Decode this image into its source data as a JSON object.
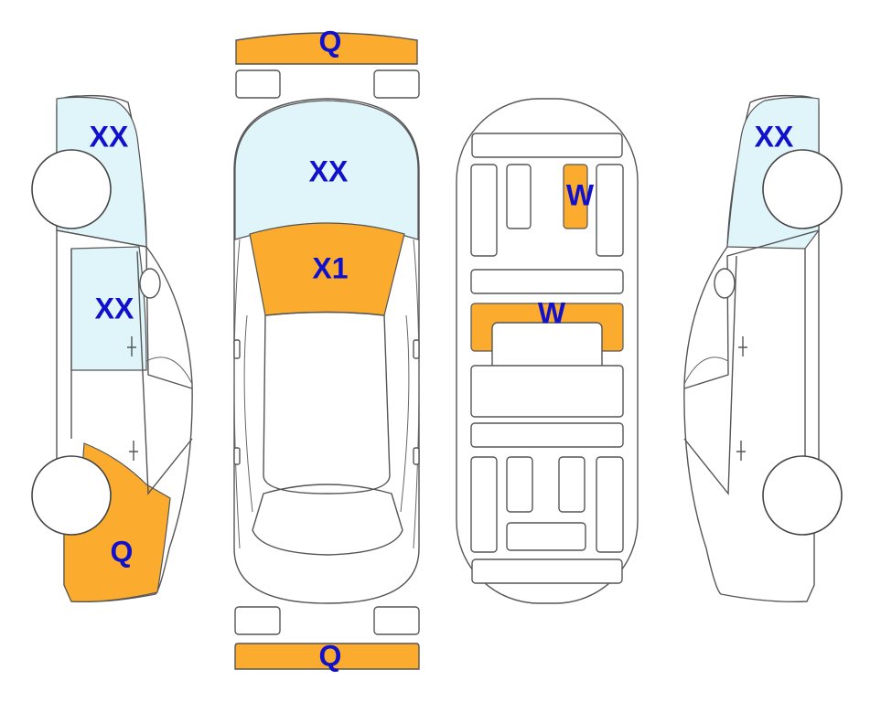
{
  "colors": {
    "damage": "#fbac2f",
    "glass": "#dff5fa",
    "label": "#1111cc",
    "outline": "#555555"
  },
  "labels": {
    "front_bumper": "Q",
    "rear_bumper": "Q",
    "windshield": "XX",
    "hood": "X1",
    "roof_panel": "W",
    "floor_panel": "W",
    "left_rear_window": "XX",
    "left_front_window": "XX",
    "left_fender": "Q",
    "right_rear_window": "XX"
  }
}
